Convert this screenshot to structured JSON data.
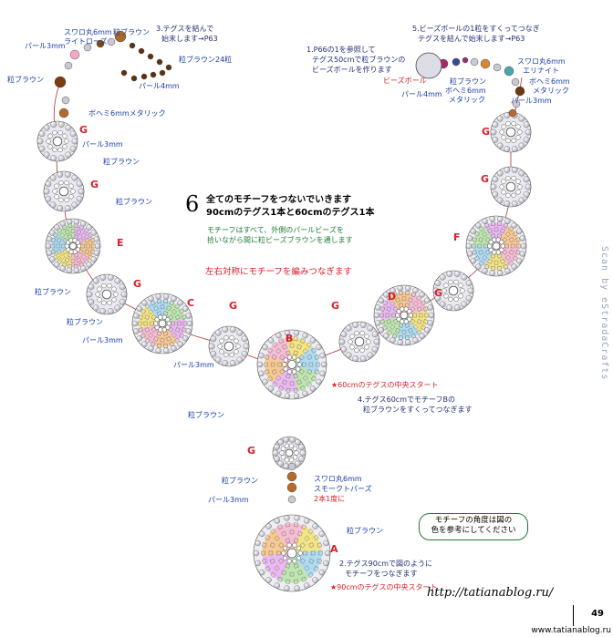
{
  "step3": {
    "l1": "3.テグスを結んで",
    "l2": "始末します→P63"
  },
  "step5": {
    "l1": "5.ビーズボールの1粒をすくってつなぎ",
    "l2": "テグスを結んで始末します→P63"
  },
  "step1": {
    "l1": "1.P66の1を参照して",
    "l2": "テグス50cmで粒ブラウンの",
    "l3": "ビーズボールを作ります"
  },
  "step6": {
    "num": "6",
    "l1": "全てのモチーフをつないでいきます",
    "l2": "90cmのテグス1本と60cmのテグス1本"
  },
  "note": {
    "l1": "モチーフはすべて、外側のパールビーズを",
    "l2": "拾いながら間に粒ビーズブラウンを通します"
  },
  "red_note": "左右対称にモチーフを編みつなぎます",
  "step4": {
    "l1": "4.テグス60cmでモチーフBの",
    "l2": "粒ブラウンをすくってつなぎます"
  },
  "step2": {
    "l1": "2.テグス90cmで図のように",
    "l2": "モチーフをつなぎます"
  },
  "start60": "★60cmのテグスの中央スタート",
  "start90": "★90cmのテグスの中央スタート",
  "box": {
    "l1": "モチーフの角度は図の",
    "l2": "色を参考にしてください"
  },
  "url": "http://tatianablog.ru/",
  "page": "49",
  "side": "Scan by eStradaCrafts",
  "footer": "www.tatianablog.ru",
  "motif_letters": {
    "a": "A",
    "b": "B",
    "c": "C",
    "d": "D",
    "e": "E",
    "f": "F",
    "g": "G"
  },
  "labels": {
    "swarovski_rose": "スワロ丸6mm",
    "light_rose": "ライトローズ",
    "pearl3": "パール3mm",
    "brown": "粒ブラウン",
    "brown24": "粒ブラウン24粒",
    "pearl4": "パール4mm",
    "bohemian": "ボヘミ6mmメタリック",
    "bohemian_a": "ボヘミ6mm",
    "metallic": "メタリック",
    "bead_ball": "ビーズボール",
    "swarovski_ern": "スワロ丸6mm",
    "ernite": "エリナイト",
    "smoky": "スモークトパーズ",
    "each2": "2本1度に"
  },
  "colors": {
    "red": "#d6202a",
    "blue": "#1a3da8",
    "green": "#1f7a35",
    "pearl": "#cfd0d8",
    "brown": "#7a4a1e"
  }
}
